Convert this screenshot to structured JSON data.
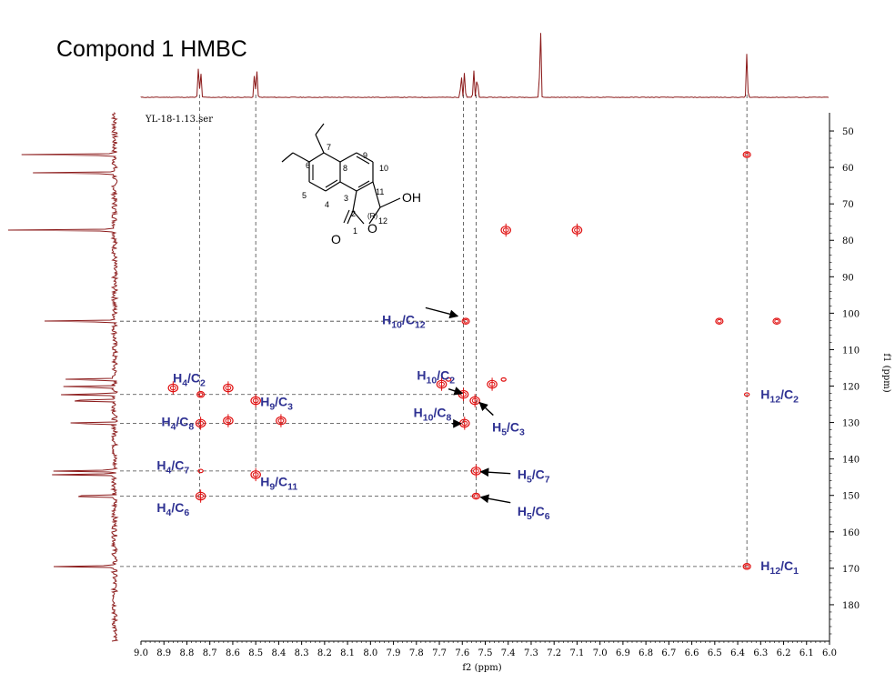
{
  "page": {
    "title": "Compond 1 HMBC"
  },
  "chart_data": {
    "type": "scatter",
    "title": "Compond 1 HMBC",
    "dataset_label": "YL-18-1.13.ser",
    "xlabel": "f2 (ppm)",
    "ylabel": "f1 (ppm)",
    "xlim": [
      9.0,
      6.0
    ],
    "ylim": [
      45,
      190
    ],
    "x_ticks": [
      9.0,
      8.9,
      8.8,
      8.7,
      8.6,
      8.5,
      8.4,
      8.3,
      8.2,
      8.1,
      8.0,
      7.9,
      7.8,
      7.7,
      7.6,
      7.5,
      7.4,
      7.3,
      7.2,
      7.1,
      7.0,
      6.9,
      6.8,
      6.7,
      6.6,
      6.5,
      6.4,
      6.3,
      6.2,
      6.1,
      6.0
    ],
    "y_ticks": [
      50,
      60,
      70,
      80,
      90,
      100,
      110,
      120,
      130,
      140,
      150,
      160,
      170,
      180
    ],
    "h_peaks": [
      {
        "x": 8.75,
        "h": 0.35
      },
      {
        "x": 8.74,
        "h": 0.35
      },
      {
        "x": 8.505,
        "h": 0.32
      },
      {
        "x": 8.495,
        "h": 0.32
      },
      {
        "x": 7.605,
        "h": 0.33
      },
      {
        "x": 7.59,
        "h": 0.33
      },
      {
        "x": 7.55,
        "h": 0.33
      },
      {
        "x": 7.535,
        "h": 0.33
      },
      {
        "x": 7.26,
        "h": 1.0
      },
      {
        "x": 6.36,
        "h": 0.55
      }
    ],
    "c_peaks": [
      {
        "y": 56.5,
        "h": 0.9
      },
      {
        "y": 61.5,
        "h": 0.8
      },
      {
        "y": 77.2,
        "h": 1.0
      },
      {
        "y": 102.2,
        "h": 0.7
      },
      {
        "y": 118.2,
        "h": 0.6
      },
      {
        "y": 120.2,
        "h": 0.6
      },
      {
        "y": 122.3,
        "h": 0.6
      },
      {
        "y": 124.0,
        "h": 0.6
      },
      {
        "y": 130.2,
        "h": 0.6
      },
      {
        "y": 143.3,
        "h": 0.6
      },
      {
        "y": 144.3,
        "h": 0.6
      },
      {
        "y": 150.2,
        "h": 0.6
      },
      {
        "y": 169.5,
        "h": 0.6
      }
    ],
    "points": [
      {
        "x": 6.36,
        "y": 56.5,
        "size": 1
      },
      {
        "x": 7.41,
        "y": 77.2,
        "size": 2
      },
      {
        "x": 7.1,
        "y": 77.2,
        "size": 2
      },
      {
        "x": 7.585,
        "y": 102.2,
        "size": 1
      },
      {
        "x": 6.48,
        "y": 102.2,
        "size": 1
      },
      {
        "x": 6.23,
        "y": 102.2,
        "size": 1
      },
      {
        "x": 8.86,
        "y": 120.5,
        "size": 2
      },
      {
        "x": 8.74,
        "y": 122.3,
        "size": 1
      },
      {
        "x": 8.62,
        "y": 120.5,
        "size": 2
      },
      {
        "x": 8.5,
        "y": 124.0,
        "size": 2
      },
      {
        "x": 7.69,
        "y": 119.5,
        "size": 2
      },
      {
        "x": 7.66,
        "y": 118.2,
        "size": 0
      },
      {
        "x": 7.595,
        "y": 122.3,
        "size": 2
      },
      {
        "x": 7.545,
        "y": 124.0,
        "size": 2
      },
      {
        "x": 7.47,
        "y": 119.5,
        "size": 2
      },
      {
        "x": 7.42,
        "y": 118.2,
        "size": 0
      },
      {
        "x": 6.36,
        "y": 122.3,
        "size": 0
      },
      {
        "x": 8.74,
        "y": 130.2,
        "size": 2
      },
      {
        "x": 8.62,
        "y": 129.5,
        "size": 2
      },
      {
        "x": 8.39,
        "y": 129.5,
        "size": 2
      },
      {
        "x": 7.59,
        "y": 130.2,
        "size": 2
      },
      {
        "x": 8.74,
        "y": 143.3,
        "size": 0
      },
      {
        "x": 8.5,
        "y": 144.3,
        "size": 2
      },
      {
        "x": 7.54,
        "y": 143.3,
        "size": 2
      },
      {
        "x": 8.74,
        "y": 150.2,
        "size": 2
      },
      {
        "x": 7.54,
        "y": 150.2,
        "size": 1
      },
      {
        "x": 6.36,
        "y": 169.5,
        "size": 1
      }
    ],
    "guides_v": [
      {
        "x": 8.745,
        "y_from": 45,
        "y_to": 150.2
      },
      {
        "x": 8.5,
        "y_from": 45,
        "y_to": 144.3
      },
      {
        "x": 7.595,
        "y_from": 45,
        "y_to": 130.2
      },
      {
        "x": 7.54,
        "y_from": 45,
        "y_to": 150.2
      },
      {
        "x": 6.36,
        "y_from": 45,
        "y_to": 169.5
      }
    ],
    "guides_h": [
      {
        "y": 102.2,
        "x_from": 9.0,
        "x_to": 7.585
      },
      {
        "y": 122.3,
        "x_from": 9.0,
        "x_to": 7.595
      },
      {
        "y": 130.2,
        "x_from": 9.0,
        "x_to": 7.59
      },
      {
        "y": 143.3,
        "x_from": 9.0,
        "x_to": 7.54
      },
      {
        "y": 150.2,
        "x_from": 9.0,
        "x_to": 7.54
      },
      {
        "y": 169.5,
        "x_from": 9.0,
        "x_to": 6.36
      }
    ],
    "annotations": [
      {
        "h": "10",
        "c": "12",
        "x": 7.855,
        "y": 103.0,
        "anchor": "middle"
      },
      {
        "h": "4",
        "c": "2",
        "x": 8.79,
        "y": 119.0,
        "anchor": "middle"
      },
      {
        "h": "10",
        "c": "2",
        "x": 7.715,
        "y": 118.2,
        "anchor": "middle"
      },
      {
        "h": "12",
        "c": "2",
        "x": 6.3,
        "y": 123.5,
        "anchor": "start"
      },
      {
        "h": "9",
        "c": "3",
        "x": 8.48,
        "y": 125.5,
        "anchor": "start"
      },
      {
        "h": "10",
        "c": "8",
        "x": 7.73,
        "y": 128.5,
        "anchor": "middle"
      },
      {
        "h": "5",
        "c": "3",
        "x": 7.47,
        "y": 132.5,
        "anchor": "start"
      },
      {
        "h": "4",
        "c": "8",
        "x": 8.84,
        "y": 131.0,
        "anchor": "middle"
      },
      {
        "h": "4",
        "c": "7",
        "x": 8.86,
        "y": 143.0,
        "anchor": "middle"
      },
      {
        "h": "9",
        "c": "11",
        "x": 8.48,
        "y": 147.5,
        "anchor": "start"
      },
      {
        "h": "5",
        "c": "7",
        "x": 7.36,
        "y": 145.5,
        "anchor": "start"
      },
      {
        "h": "4",
        "c": "6",
        "x": 8.86,
        "y": 154.5,
        "anchor": "middle"
      },
      {
        "h": "5",
        "c": "6",
        "x": 7.36,
        "y": 155.5,
        "anchor": "start"
      },
      {
        "h": "12",
        "c": "1",
        "x": 6.3,
        "y": 170.5,
        "anchor": "start"
      }
    ],
    "arrows": [
      {
        "from_x": 7.76,
        "from_y": 98.5,
        "to_x": 7.62,
        "to_y": 100.8
      },
      {
        "from_x": 7.66,
        "from_y": 120.8,
        "to_x": 7.6,
        "to_y": 122.0
      },
      {
        "from_x": 7.465,
        "from_y": 128.0,
        "to_x": 7.525,
        "to_y": 124.5
      },
      {
        "from_x": 7.645,
        "from_y": 130.3,
        "to_x": 7.605,
        "to_y": 130.3
      },
      {
        "from_x": 7.39,
        "from_y": 144.0,
        "to_x": 7.52,
        "to_y": 143.5
      },
      {
        "from_x": 7.39,
        "from_y": 152.0,
        "to_x": 7.52,
        "to_y": 150.5
      }
    ],
    "structure": {
      "atom_labels": [
        "7",
        "6",
        "8",
        "9",
        "10",
        "11",
        "3",
        "2",
        "1",
        "5",
        "4",
        "12",
        "(R)"
      ],
      "heteroatoms": [
        "OH",
        "O",
        "O"
      ]
    }
  }
}
